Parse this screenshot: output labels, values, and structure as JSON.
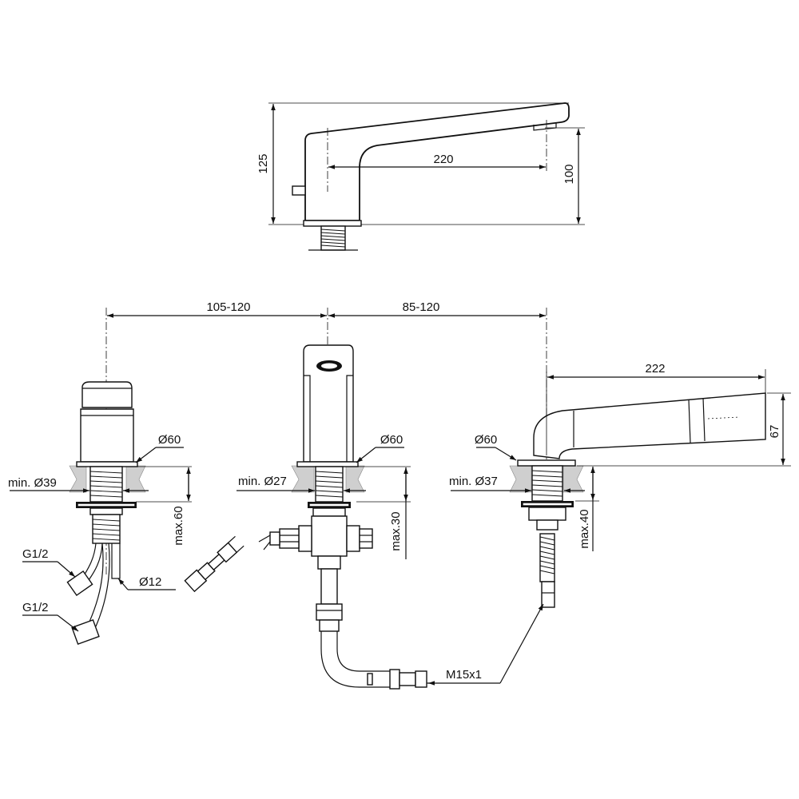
{
  "drawing": {
    "top_view": {
      "height_total": "125",
      "spout_height": "100",
      "spout_projection": "220"
    },
    "spacing": {
      "left_to_center": "105-120",
      "center_to_right": "85-120"
    },
    "left_valve": {
      "rosette": "Ø60",
      "hole": "min. Ø39",
      "deck": "max.60",
      "connection_1": "G1/2",
      "connection_2": "G1/2",
      "hose": "Ø12"
    },
    "center_spout": {
      "rosette": "Ø60",
      "hole": "min. Ø27",
      "deck": "max.30"
    },
    "right_shower": {
      "projection": "222",
      "height": "67",
      "rosette": "Ø60",
      "hole": "min. Ø37",
      "deck": "max.40",
      "thread": "M15x1"
    }
  }
}
